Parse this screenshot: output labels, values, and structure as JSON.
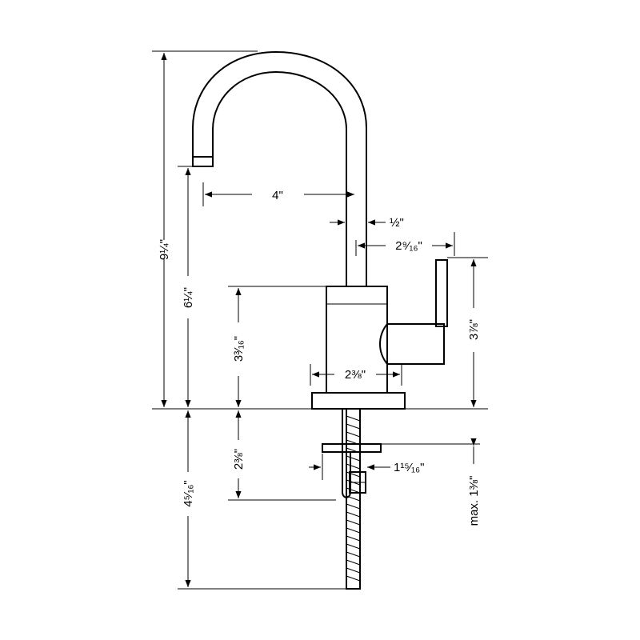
{
  "dimensions": {
    "total_height": "9¼\"",
    "outlet_height": "6¼\"",
    "body_height": "3³⁄₁₆\"",
    "shank_length": "2⅜\"",
    "total_shank": "4⁵⁄₁₆\"",
    "reach": "4\"",
    "spout_diameter": "½\"",
    "handle_offset": "2⁹⁄₁₆\"",
    "handle_height": "3⅞\"",
    "base_width": "2⅜\"",
    "nut_width": "1¹⁵⁄₁₆\"",
    "max_counter": "max. 1⅜\""
  }
}
